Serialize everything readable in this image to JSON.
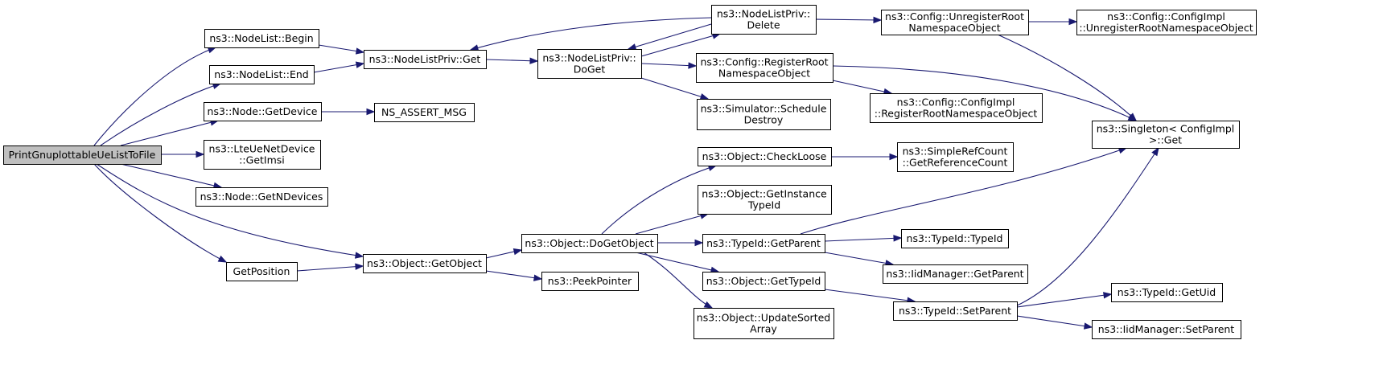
{
  "graph": {
    "root": "PrintGnuplottableUeListToFile",
    "nodes": [
      {
        "id": "root",
        "lines": [
          "PrintGnuplottableUeListToFile"
        ]
      },
      {
        "id": "nl_begin",
        "lines": [
          "ns3::NodeList::Begin"
        ]
      },
      {
        "id": "nl_end",
        "lines": [
          "ns3::NodeList::End"
        ]
      },
      {
        "id": "node_getdevice",
        "lines": [
          "ns3::Node::GetDevice"
        ]
      },
      {
        "id": "lte_getimsi",
        "lines": [
          "ns3::LteUeNetDevice",
          "::GetImsi"
        ]
      },
      {
        "id": "node_getndevices",
        "lines": [
          "ns3::Node::GetNDevices"
        ]
      },
      {
        "id": "getposition",
        "lines": [
          "GetPosition"
        ]
      },
      {
        "id": "nlp_get",
        "lines": [
          "ns3::NodeListPriv::Get"
        ]
      },
      {
        "id": "ns_assert",
        "lines": [
          "NS_ASSERT_MSG"
        ]
      },
      {
        "id": "obj_getobject",
        "lines": [
          "ns3::Object::GetObject"
        ]
      },
      {
        "id": "nlp_doget",
        "lines": [
          "ns3::NodeListPriv::",
          "DoGet"
        ]
      },
      {
        "id": "obj_dogetobject",
        "lines": [
          "ns3::Object::DoGetObject"
        ]
      },
      {
        "id": "peekpointer",
        "lines": [
          "ns3::PeekPointer"
        ]
      },
      {
        "id": "nlp_delete",
        "lines": [
          "ns3::NodeListPriv::",
          "Delete"
        ]
      },
      {
        "id": "cfg_register",
        "lines": [
          "ns3::Config::RegisterRoot",
          "NamespaceObject"
        ]
      },
      {
        "id": "sim_schedule",
        "lines": [
          "ns3::Simulator::Schedule",
          "Destroy"
        ]
      },
      {
        "id": "obj_checkloose",
        "lines": [
          "ns3::Object::CheckLoose"
        ]
      },
      {
        "id": "obj_getinstance",
        "lines": [
          "ns3::Object::GetInstance",
          "TypeId"
        ]
      },
      {
        "id": "typeid_getparent",
        "lines": [
          "ns3::TypeId::GetParent"
        ]
      },
      {
        "id": "obj_gettypeid",
        "lines": [
          "ns3::Object::GetTypeId"
        ]
      },
      {
        "id": "obj_updatesorted",
        "lines": [
          "ns3::Object::UpdateSorted",
          "Array"
        ]
      },
      {
        "id": "cfg_unregister",
        "lines": [
          "ns3::Config::UnregisterRoot",
          "NamespaceObject"
        ]
      },
      {
        "id": "cfgimpl_register",
        "lines": [
          "ns3::Config::ConfigImpl",
          "::RegisterRootNamespaceObject"
        ]
      },
      {
        "id": "simplerefcount",
        "lines": [
          "ns3::SimpleRefCount",
          "::GetReferenceCount"
        ]
      },
      {
        "id": "typeid_typeid",
        "lines": [
          "ns3::TypeId::TypeId"
        ]
      },
      {
        "id": "iid_getparent",
        "lines": [
          "ns3::IidManager::GetParent"
        ]
      },
      {
        "id": "typeid_setparent",
        "lines": [
          "ns3::TypeId::SetParent"
        ]
      },
      {
        "id": "cfgimpl_unregister",
        "lines": [
          "ns3::Config::ConfigImpl",
          "::UnregisterRootNamespaceObject"
        ]
      },
      {
        "id": "singleton_get",
        "lines": [
          "ns3::Singleton< ConfigImpl",
          " >::Get"
        ]
      },
      {
        "id": "typeid_getuid",
        "lines": [
          "ns3::TypeId::GetUid"
        ]
      },
      {
        "id": "iid_setparent",
        "lines": [
          "ns3::IidManager::SetParent"
        ]
      }
    ],
    "edges": [
      {
        "from": "root",
        "to": "nl_begin"
      },
      {
        "from": "root",
        "to": "nl_end"
      },
      {
        "from": "root",
        "to": "node_getdevice"
      },
      {
        "from": "root",
        "to": "lte_getimsi"
      },
      {
        "from": "root",
        "to": "node_getndevices"
      },
      {
        "from": "root",
        "to": "getposition"
      },
      {
        "from": "root",
        "to": "obj_getobject"
      },
      {
        "from": "nl_begin",
        "to": "nlp_get"
      },
      {
        "from": "nl_end",
        "to": "nlp_get"
      },
      {
        "from": "node_getdevice",
        "to": "ns_assert"
      },
      {
        "from": "getposition",
        "to": "obj_getobject"
      },
      {
        "from": "nlp_get",
        "to": "nlp_doget"
      },
      {
        "from": "nlp_doget",
        "to": "nlp_delete"
      },
      {
        "from": "nlp_doget",
        "to": "cfg_register"
      },
      {
        "from": "nlp_doget",
        "to": "sim_schedule"
      },
      {
        "from": "nlp_delete",
        "to": "nlp_get"
      },
      {
        "from": "nlp_delete",
        "to": "nlp_doget"
      },
      {
        "from": "nlp_delete",
        "to": "cfg_unregister"
      },
      {
        "from": "cfg_unregister",
        "to": "cfgimpl_unregister"
      },
      {
        "from": "cfg_unregister",
        "to": "singleton_get"
      },
      {
        "from": "cfg_register",
        "to": "cfgimpl_register"
      },
      {
        "from": "cfg_register",
        "to": "singleton_get"
      },
      {
        "from": "obj_getobject",
        "to": "obj_dogetobject"
      },
      {
        "from": "obj_getobject",
        "to": "peekpointer"
      },
      {
        "from": "obj_dogetobject",
        "to": "obj_checkloose"
      },
      {
        "from": "obj_dogetobject",
        "to": "obj_getinstance"
      },
      {
        "from": "obj_dogetobject",
        "to": "typeid_getparent"
      },
      {
        "from": "obj_dogetobject",
        "to": "obj_gettypeid"
      },
      {
        "from": "obj_dogetobject",
        "to": "obj_updatesorted"
      },
      {
        "from": "obj_checkloose",
        "to": "simplerefcount"
      },
      {
        "from": "typeid_getparent",
        "to": "typeid_typeid"
      },
      {
        "from": "typeid_getparent",
        "to": "iid_getparent"
      },
      {
        "from": "typeid_getparent",
        "to": "singleton_get"
      },
      {
        "from": "obj_gettypeid",
        "to": "typeid_setparent"
      },
      {
        "from": "typeid_setparent",
        "to": "typeid_getuid"
      },
      {
        "from": "typeid_setparent",
        "to": "iid_setparent"
      },
      {
        "from": "typeid_setparent",
        "to": "singleton_get"
      }
    ],
    "colors": {
      "edge": "#191970",
      "root_fill": "#bfbfbf",
      "node_fill": "#ffffff",
      "node_border": "#000000"
    }
  }
}
